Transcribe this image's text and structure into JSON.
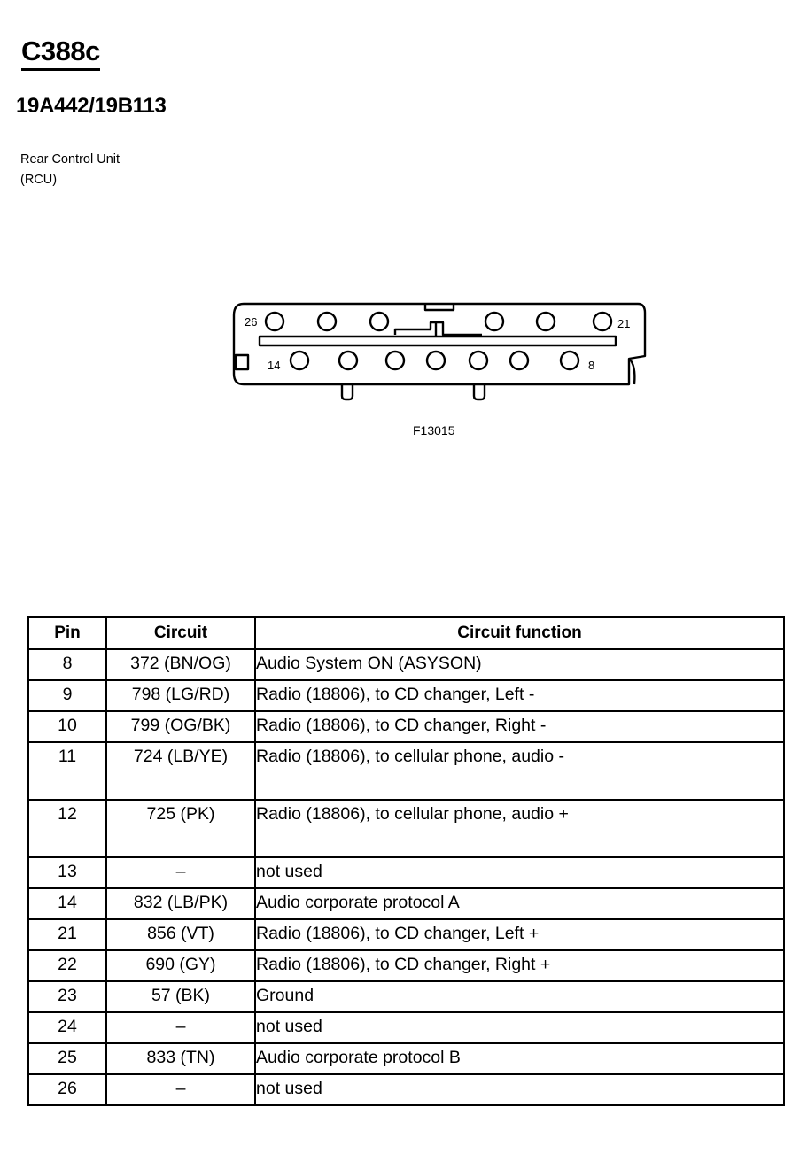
{
  "header": {
    "connector_id": "C388c",
    "part_number": "19A442/19B113",
    "description_line1": "Rear Control Unit",
    "description_line2": "(RCU)"
  },
  "connector": {
    "pin_labels": {
      "top_left": "26",
      "top_right": "21",
      "bottom_left": "14",
      "bottom_right": "8"
    },
    "figure_code": "F13015"
  },
  "table": {
    "headers": [
      "Pin",
      "Circuit",
      "Circuit function"
    ],
    "rows": [
      {
        "pin": "8",
        "circuit": "372 (BN/OG)",
        "function": "Audio System ON (ASYSON)"
      },
      {
        "pin": "9",
        "circuit": "798 (LG/RD)",
        "function": "Radio (18806), to CD changer, Left -"
      },
      {
        "pin": "10",
        "circuit": "799 (OG/BK)",
        "function": "Radio (18806), to CD changer, Right -"
      },
      {
        "pin": "11",
        "circuit": "724 (LB/YE)",
        "function": "Radio (18806), to cellular phone, audio -"
      },
      {
        "pin": "12",
        "circuit": "725 (PK)",
        "function": "Radio (18806), to cellular phone, audio +"
      },
      {
        "pin": "13",
        "circuit": "–",
        "function": "not used"
      },
      {
        "pin": "14",
        "circuit": "832 (LB/PK)",
        "function": "Audio corporate protocol A"
      },
      {
        "pin": "21",
        "circuit": "856 (VT)",
        "function": "Radio (18806), to CD changer, Left +"
      },
      {
        "pin": "22",
        "circuit": "690 (GY)",
        "function": "Radio (18806), to CD changer, Right +"
      },
      {
        "pin": "23",
        "circuit": "57 (BK)",
        "function": "Ground"
      },
      {
        "pin": "24",
        "circuit": "–",
        "function": "not used"
      },
      {
        "pin": "25",
        "circuit": "833 (TN)",
        "function": "Audio corporate protocol B"
      },
      {
        "pin": "26",
        "circuit": "–",
        "function": "not used"
      }
    ]
  }
}
